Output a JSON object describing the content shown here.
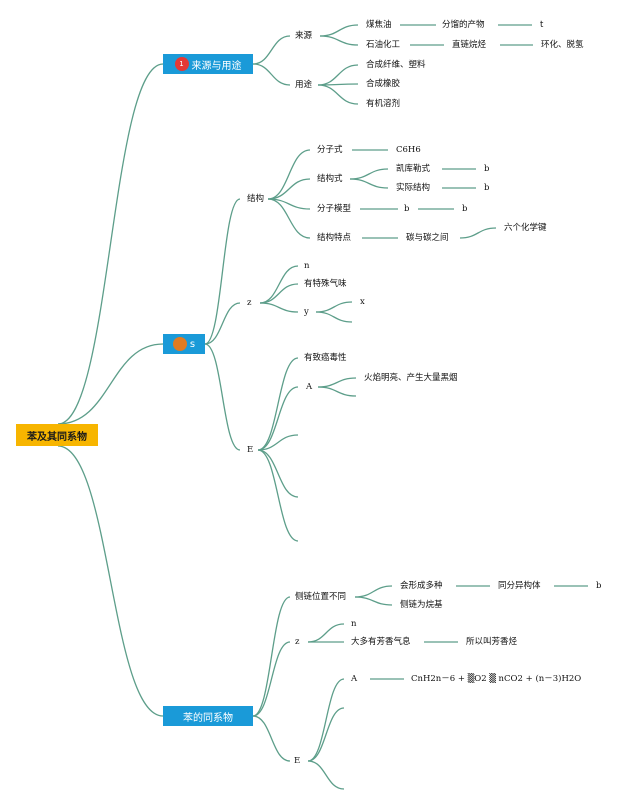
{
  "colors": {
    "line": "#5d9e8a",
    "root": "#f7b500",
    "branch": "#1a9ad8",
    "badge1": "#e53935",
    "badge2": "#e07b22"
  },
  "root": "苯及其同系物",
  "b1": {
    "badge": "1",
    "label": "来源与用途",
    "source": "来源",
    "coal_tar": "煤焦油",
    "fractionation": "分馏的产物",
    "t": "t",
    "petrochem": "石油化工",
    "straight_chain": "直链烷烃",
    "cyclization": "环化、脱氢",
    "use": "用途",
    "use1": "合成纤维、塑料",
    "use2": "合成橡胶",
    "use3": "有机溶剂"
  },
  "b2": {
    "badge": "",
    "label": "s",
    "structure": "结构",
    "formula": "分子式",
    "c6h6": "C6H6",
    "struct_formula": "结构式",
    "kekule": "凯库勒式",
    "b1": "b",
    "actual": "实际结构",
    "b2": "b",
    "model": "分子模型",
    "b3": "b",
    "b4": "b",
    "features": "结构特点",
    "cc": "碳与碳之间",
    "six_bond": "六个化学键",
    "z": "z",
    "n": "n",
    "odor": "有特殊气味",
    "y": "y",
    "x": "x",
    "e": "E",
    "carcinogen": "有致癌毒性",
    "a": "A",
    "flame": "火焰明亮、产生大量黑烟"
  },
  "b3": {
    "label": "苯的同系物",
    "side_chain": "侧链位置不同",
    "various": "会形成多种",
    "isomer": "同分异构体",
    "b": "b",
    "alkyl": "侧链为烷基",
    "z": "z",
    "n": "n",
    "aroma": "大多有芳香气息",
    "aromatic": "所以叫芳香烃",
    "e": "E",
    "a": "A",
    "combustion": "CnH2n－6 + ▒O2 ▒ nCO2 + (n－3)H2O"
  }
}
